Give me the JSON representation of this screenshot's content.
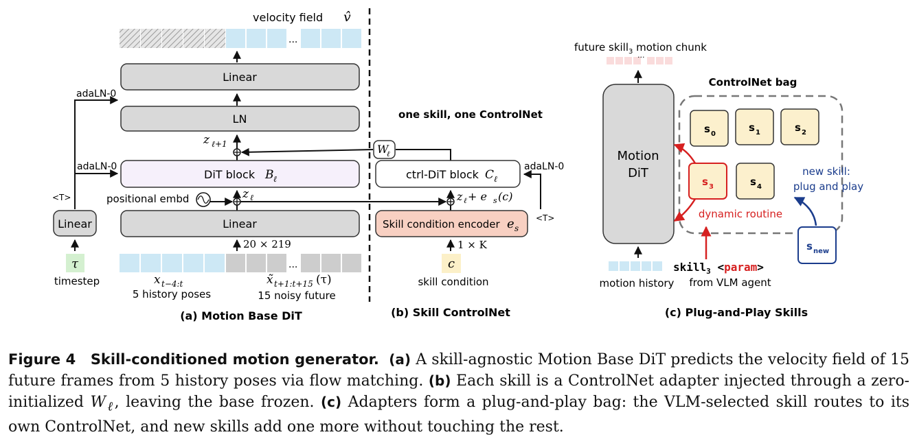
{
  "panel_a": {
    "velocity_label": "velocity field",
    "velocity_symbol": "v̂",
    "ellipsis": "...",
    "linear_top": "Linear",
    "ln": "LN",
    "adaln_top": "adaLN-0",
    "adaln_mid": "adaLN-0",
    "z_next": "z",
    "z_next_sub": "ℓ+1",
    "dit_block": "DiT block",
    "dit_symbol": "B",
    "dit_sub": "ℓ",
    "tau_tag": "<T>",
    "positional": "positional embd",
    "z_l": "z",
    "z_l_sub": "ℓ",
    "linear_left": "Linear",
    "linear_bottom": "Linear",
    "dims_bottom": "20 × 219",
    "tau_symbol": "τ",
    "timestep": "timestep",
    "x_hist": "x",
    "x_hist_sub": "t−4:t",
    "history_label": "5 history poses",
    "x_future": "x̃",
    "x_future_sub": "t+1:t+15",
    "x_future_arg": "(τ)",
    "future_label": "15 noisy future",
    "caption": "(a) Motion Base DiT"
  },
  "panel_b": {
    "header": "one skill, one ControlNet",
    "w_symbol": "W",
    "w_sub": "ℓ",
    "ctrl_block": "ctrl-DiT block",
    "ctrl_symbol": "C",
    "ctrl_sub": "ℓ",
    "adaln": "adaLN-0",
    "tau_tag": "<T>",
    "sum_expr": "z",
    "sum_sub": "ℓ",
    "sum_rest": " + e",
    "sum_rest_sub": "s",
    "sum_tail": "(c)",
    "encoder": "Skill condition encoder",
    "encoder_symbol": "e",
    "encoder_sub": "s",
    "dims": "1 × K",
    "c_symbol": "c",
    "skill_condition": "skill condition",
    "caption": "(b) Skill ControlNet"
  },
  "panel_c": {
    "future_label_pre": "future skill",
    "future_label_sub": "3",
    "future_label_post": " motion chunk",
    "ellipsis": "...",
    "motion_dit_line1": "Motion",
    "motion_dit_line2": "DiT",
    "bag_title": "ControlNet bag",
    "skills": [
      {
        "name": "s",
        "sub": "0"
      },
      {
        "name": "s",
        "sub": "1"
      },
      {
        "name": "s",
        "sub": "2"
      },
      {
        "name": "s",
        "sub": "3"
      },
      {
        "name": "s",
        "sub": "4"
      }
    ],
    "new_skill_line1": "new skill:",
    "new_skill_line2": "plug and play",
    "dynamic_routine": "dynamic routine",
    "s_new": "s",
    "s_new_sub": "new",
    "motion_history": "motion history",
    "skill_cmd": "skill",
    "skill_cmd_sub": "3",
    "param_open": "<",
    "param": "param",
    "param_close": ">",
    "vlm_label": "from VLM agent",
    "caption": "(c) Plug-and-Play Skills"
  },
  "colors": {
    "block_gray": "#d9d9d9",
    "light_blue": "#cde8f5",
    "encoder_peach": "#f8d0c2",
    "c_yellow": "#fcf0c8",
    "tau_green": "#d4f0d0",
    "skill_cream": "#fcf0cd",
    "future_pink": "#fadcdc",
    "s3_red": "#d62020",
    "s_new_blue": "#1a3c8c"
  },
  "caption": {
    "label": "Figure 4",
    "title": "Skill-conditioned motion generator.",
    "part_a": "(a)",
    "text_a": " A skill-agnostic Motion Base DiT predicts the velocity field of 15 future frames from 5 history poses via flow matching. ",
    "part_b": "(b)",
    "text_b1": " Each skill is a ControlNet adapter injected through a zero-initialized ",
    "w": "W",
    "w_sub": "ℓ",
    "text_b2": ", leaving the base frozen. ",
    "part_c": "(c)",
    "text_c": " Adapters form a plug-and-play bag: the VLM-selected skill routes to its own ControlNet, and new skills add one more without touching the rest."
  }
}
